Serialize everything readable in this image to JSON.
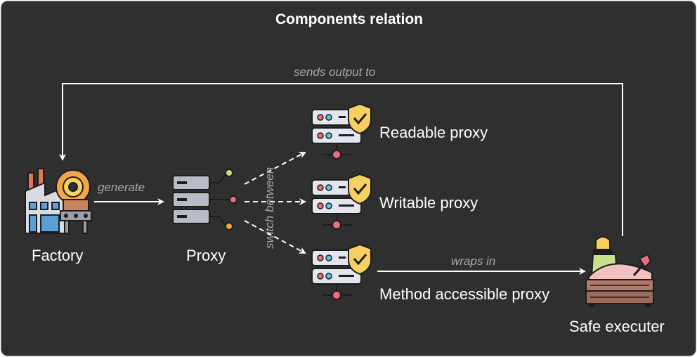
{
  "title": "Components relation",
  "nodes": {
    "factory": "Factory",
    "proxy": "Proxy",
    "readable": "Readable proxy",
    "writable": "Writable proxy",
    "method": "Method accessible proxy",
    "safe": "Safe executer"
  },
  "edges": {
    "generate": "generate",
    "switch_between": "switch between",
    "wraps_in": "wraps in",
    "sends_output_to": "sends output to"
  },
  "colors": {
    "background": "#2f2f2f",
    "text": "#ffffff",
    "edge_label": "#a9a9a9",
    "arrow": "#ffffff"
  },
  "icons": {
    "factory": "factory-icon",
    "proxy": "server-switch-icon",
    "readable": "secure-server-icon",
    "writable": "secure-server-icon",
    "method": "secure-server-icon",
    "safe": "sandbox-icon"
  }
}
